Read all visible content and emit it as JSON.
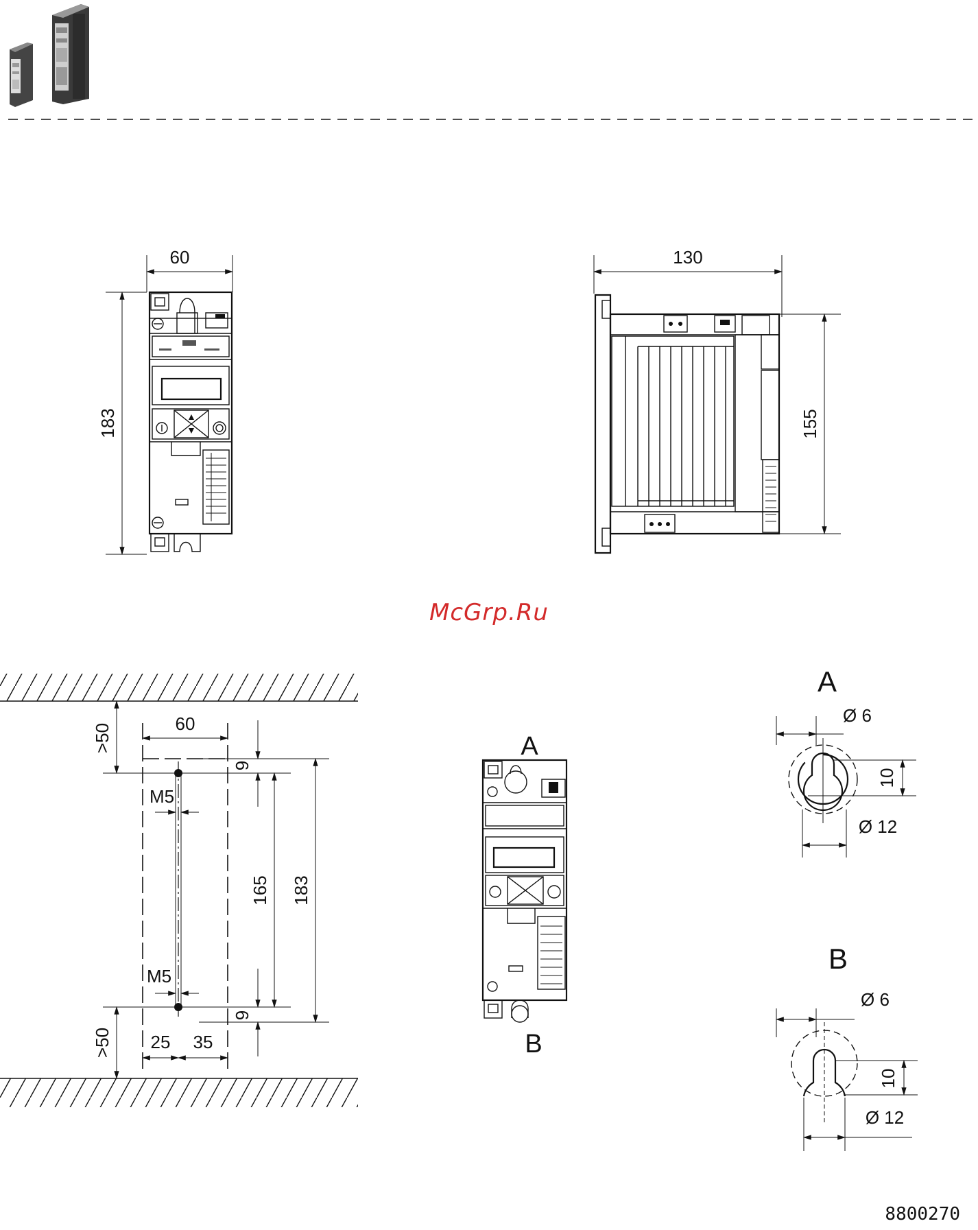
{
  "header": {
    "separator": "dashed"
  },
  "front_view": {
    "width_label": "60",
    "height_label": "183"
  },
  "side_view": {
    "depth_label": "130",
    "height_label": "155"
  },
  "watermark": "McGrp.Ru",
  "mounting": {
    "top_clearance": ">50",
    "bottom_clearance": ">50",
    "width": "60",
    "hole_top_offset": "9",
    "hole_bottom_offset": "9",
    "hole_spacing": "165",
    "total_height": "183",
    "screw_top": "M5",
    "screw_bottom": "M5",
    "left_offset": "25",
    "right_offset": "35"
  },
  "mounted_view": {
    "top_label": "A",
    "bottom_label": "B"
  },
  "detail_a": {
    "label": "A",
    "small_diameter": "Ø 6",
    "slot_length": "10",
    "large_diameter": "Ø 12"
  },
  "detail_b": {
    "label": "B",
    "small_diameter": "Ø 6",
    "slot_length": "10",
    "large_diameter": "Ø 12"
  },
  "drawing_number": "8800270"
}
